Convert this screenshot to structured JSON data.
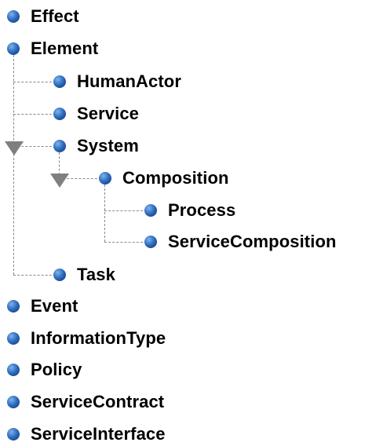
{
  "colors": {
    "bullet_light": "#7fb3e8",
    "bullet_mid": "#2f6fc0",
    "bullet_dark": "#0b2f6b",
    "connector": "#8a8a8a",
    "expander": "#7f7f7f",
    "text": "#000000"
  },
  "tree": {
    "nodes": [
      {
        "id": "effect",
        "label": "Effect",
        "depth": 0,
        "icon": "sphere-bullet-icon"
      },
      {
        "id": "element",
        "label": "Element",
        "depth": 0,
        "icon": "sphere-bullet-icon",
        "expanded": true
      },
      {
        "id": "humanactor",
        "label": "HumanActor",
        "depth": 1,
        "icon": "sphere-bullet-icon"
      },
      {
        "id": "service",
        "label": "Service",
        "depth": 1,
        "icon": "sphere-bullet-icon"
      },
      {
        "id": "system",
        "label": "System",
        "depth": 1,
        "icon": "sphere-bullet-icon",
        "expanded": true
      },
      {
        "id": "composition",
        "label": "Composition",
        "depth": 2,
        "icon": "sphere-bullet-icon",
        "expanded": true
      },
      {
        "id": "process",
        "label": "Process",
        "depth": 3,
        "icon": "sphere-bullet-icon"
      },
      {
        "id": "servicecomposition",
        "label": "ServiceComposition",
        "depth": 3,
        "icon": "sphere-bullet-icon"
      },
      {
        "id": "task",
        "label": "Task",
        "depth": 1,
        "icon": "sphere-bullet-icon"
      },
      {
        "id": "event",
        "label": "Event",
        "depth": 0,
        "icon": "sphere-bullet-icon"
      },
      {
        "id": "informationtype",
        "label": "InformationType",
        "depth": 0,
        "icon": "sphere-bullet-icon"
      },
      {
        "id": "policy",
        "label": "Policy",
        "depth": 0,
        "icon": "sphere-bullet-icon"
      },
      {
        "id": "servicecontract",
        "label": "ServiceContract",
        "depth": 0,
        "icon": "sphere-bullet-icon"
      },
      {
        "id": "serviceinterface",
        "label": "ServiceInterface",
        "depth": 0,
        "icon": "sphere-bullet-icon"
      }
    ]
  }
}
